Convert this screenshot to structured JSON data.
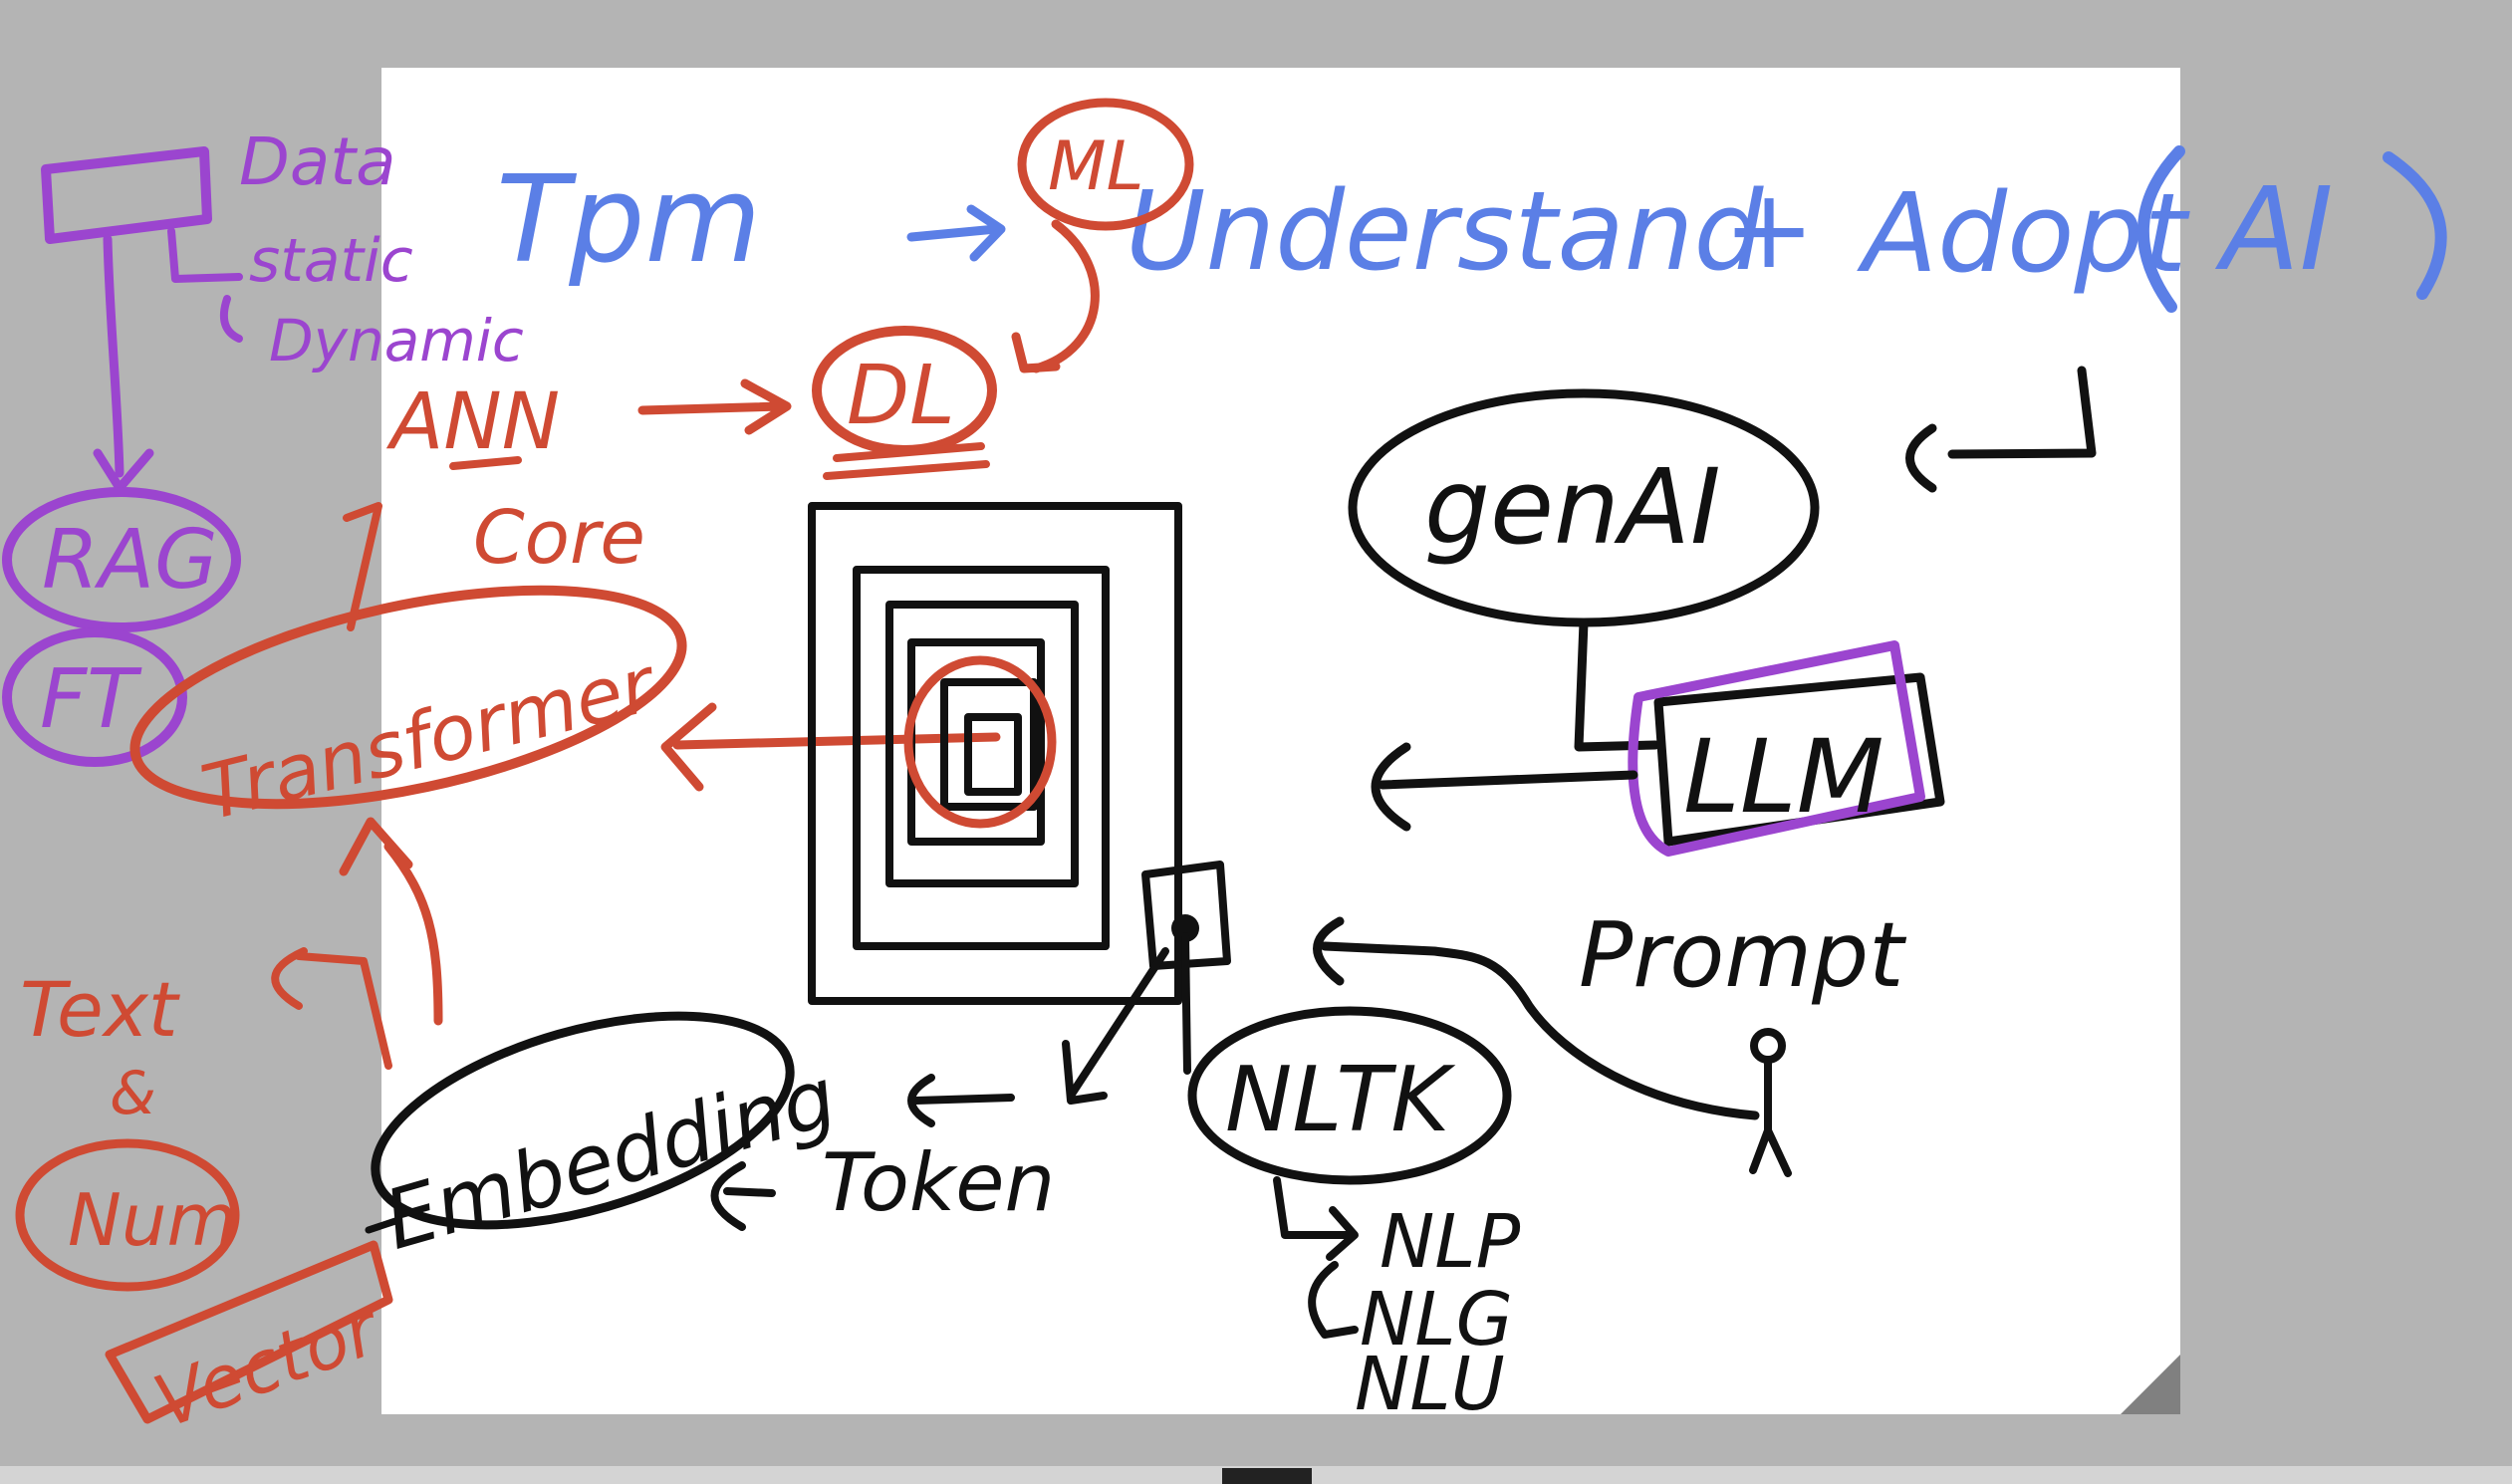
{
  "colors": {
    "background": "#b4b4b4",
    "page": "#ffffff",
    "blue_ink": "#5b7fe6",
    "red_ink": "#cf4a33",
    "purple_ink": "#9b45cf",
    "black_ink": "#111111"
  },
  "diagram": {
    "nodes": {
      "data_label": "Data",
      "static_label": "static",
      "dynamic_label": "Dynamic",
      "rag_label": "RAG",
      "ft_label": "FT",
      "tpm_label": "Tpm",
      "ml_label": "ML",
      "understand_label": "Understand",
      "plus_sign": "+",
      "adopt_label": "Adopt",
      "ai_label": "AI",
      "ann_label": "ANN",
      "core_label": "Core",
      "dl_label": "DL",
      "transformer_label": "Transformer",
      "genai_label": "genAI",
      "llm_label": "LLM",
      "prompt_label": "Prompt",
      "text_label": "Text",
      "num_label": "Num",
      "vector_label": "Vector",
      "embedding_label": "Embedding",
      "token_label": "Token",
      "nltk_label": "NLTK",
      "nlp_label": "NLP",
      "nlg_label": "NLG",
      "nlu_label": "NLU"
    }
  }
}
